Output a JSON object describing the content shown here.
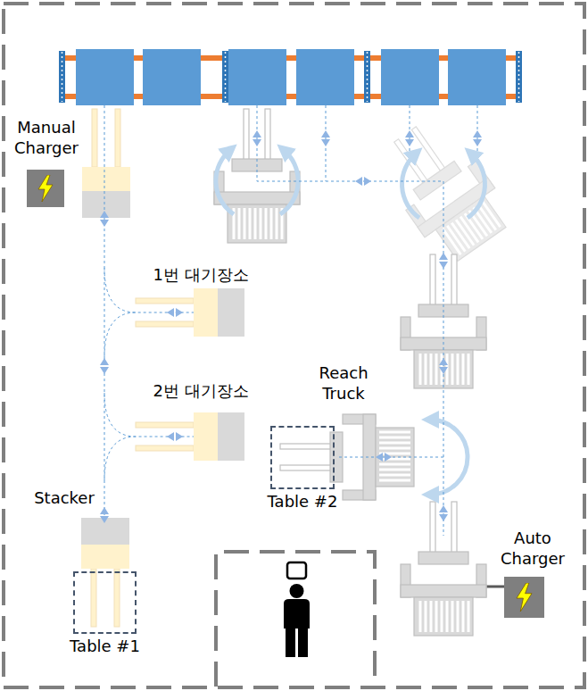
{
  "diagram": {
    "nodes": [
      {
        "text": [
          "Table #2"
        ]
      },
      {
        "text": [
          "Table #1"
        ]
      }
    ],
    "labels": [
      "Manual Charger",
      "1번 대기장소",
      "2번 대기장소",
      "Reach Truck",
      "Stacker",
      "Auto Charger"
    ]
  }
}
